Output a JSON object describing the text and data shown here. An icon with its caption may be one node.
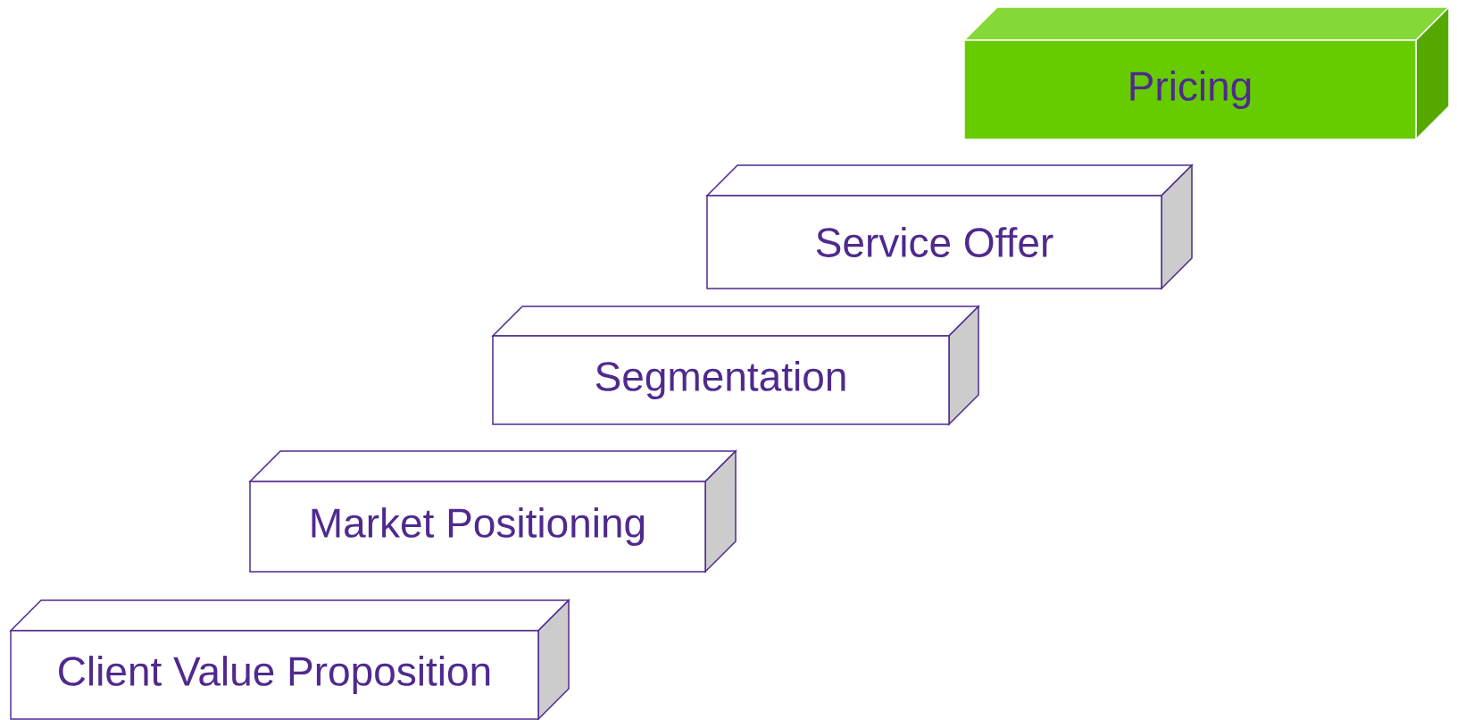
{
  "diagram": {
    "nodes": [
      {
        "text": [
          "Pricing"
        ]
      },
      {
        "text": [
          "Service Offer"
        ]
      },
      {
        "text": [
          "Segmentation"
        ]
      },
      {
        "text": [
          "Market Positioning"
        ]
      },
      {
        "text": [
          "Client Value Proposition"
        ]
      }
    ]
  }
}
